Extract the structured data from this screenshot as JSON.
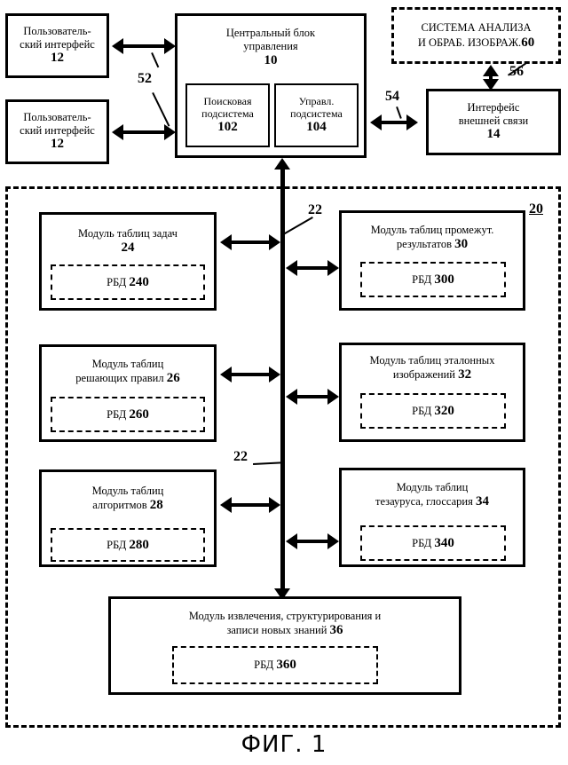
{
  "figure": {
    "caption": "ФИГ. 1",
    "language": "ru"
  },
  "top_section": {
    "user_interface_1": {
      "title": "Пользователь-\nский интерфейс",
      "number": "12"
    },
    "user_interface_2": {
      "title": "Пользователь-\nский интерфейс",
      "number": "12"
    },
    "central_unit": {
      "title": "Центральный блок\nуправления",
      "number": "10",
      "subsystems": [
        {
          "title": "Поисковая\nподсистема",
          "number": "102"
        },
        {
          "title": "Управл.\nподсистема",
          "number": "104"
        }
      ]
    },
    "external_analysis_system": {
      "title": "СИСТЕМА АНАЛИЗА\nИ ОБРАБ. ИЗОБРАЖ.",
      "number": "60"
    },
    "external_comm_interface": {
      "title": "Интерфейс\nвнешней связи",
      "number": "14"
    }
  },
  "knowledge_base": {
    "number": "20",
    "bus_number": "22",
    "modules": [
      {
        "title": "Модуль таблиц задач",
        "number": "24",
        "db_label": "РБД",
        "db_number": "240",
        "column": "left"
      },
      {
        "title": "Модуль таблиц промежут.\nрезультатов",
        "number": "30",
        "db_label": "РБД",
        "db_number": "300",
        "column": "right"
      },
      {
        "title": "Модуль таблиц\nрешающих правил",
        "number": "26",
        "db_label": "РБД",
        "db_number": "260",
        "column": "left"
      },
      {
        "title": "Модуль таблиц эталонных\nизображений",
        "number": "32",
        "db_label": "РБД",
        "db_number": "320",
        "column": "right"
      },
      {
        "title": "Модуль таблиц\nалгоритмов",
        "number": "28",
        "db_label": "РБД",
        "db_number": "280",
        "column": "left"
      },
      {
        "title": "Модуль таблиц\nтезауруса, глоссария",
        "number": "34",
        "db_label": "РБД",
        "db_number": "340",
        "column": "right"
      },
      {
        "title": "Модуль извлечения, структурирования и\nзаписи новых знаний",
        "number": "36",
        "db_label": "РБД",
        "db_number": "360",
        "column": "bottom"
      }
    ]
  },
  "connectors": [
    {
      "id": "52",
      "label": "52",
      "from": "user-interface",
      "to": "central-unit"
    },
    {
      "id": "54",
      "label": "54",
      "from": "central-unit",
      "to": "external-comm-interface"
    },
    {
      "id": "56",
      "label": "56",
      "from": "external-comm-interface",
      "to": "external-analysis-system"
    },
    {
      "id": "22",
      "label": "22",
      "from": "central-unit",
      "to": "knowledge-base-bus"
    },
    {
      "id": "22b",
      "label": "22",
      "from": "knowledge-base-bus",
      "to": "modules"
    }
  ]
}
